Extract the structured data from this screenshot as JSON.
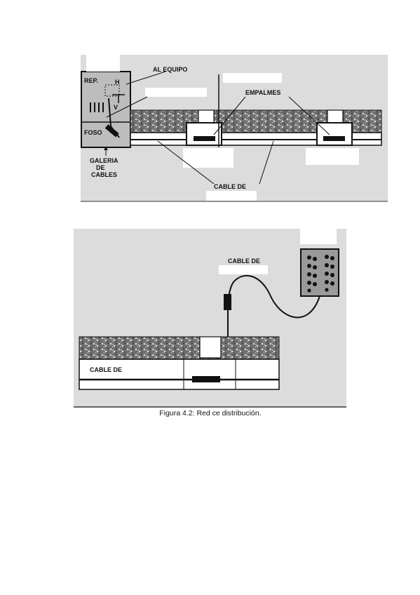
{
  "figure1": {
    "labels": {
      "rep": "REP.",
      "al_equipo": "AL EQUIPO",
      "h": "H",
      "v": "V",
      "foso": "FOSO",
      "empalmes": "EMPALMES",
      "galeria_1": "GALERIA",
      "galeria_2": "DE",
      "galeria_3": "CABLES",
      "cable_de": "CABLE DE"
    }
  },
  "figure2": {
    "labels": {
      "cable_de_top": "CABLE DE",
      "cable_de_bottom": "CABLE DE"
    },
    "caption": "Figura 4.2: Red ce distribución."
  },
  "colors": {
    "panel": "#dcdcdc",
    "ink": "#111111",
    "redaction": "#ffffff"
  }
}
